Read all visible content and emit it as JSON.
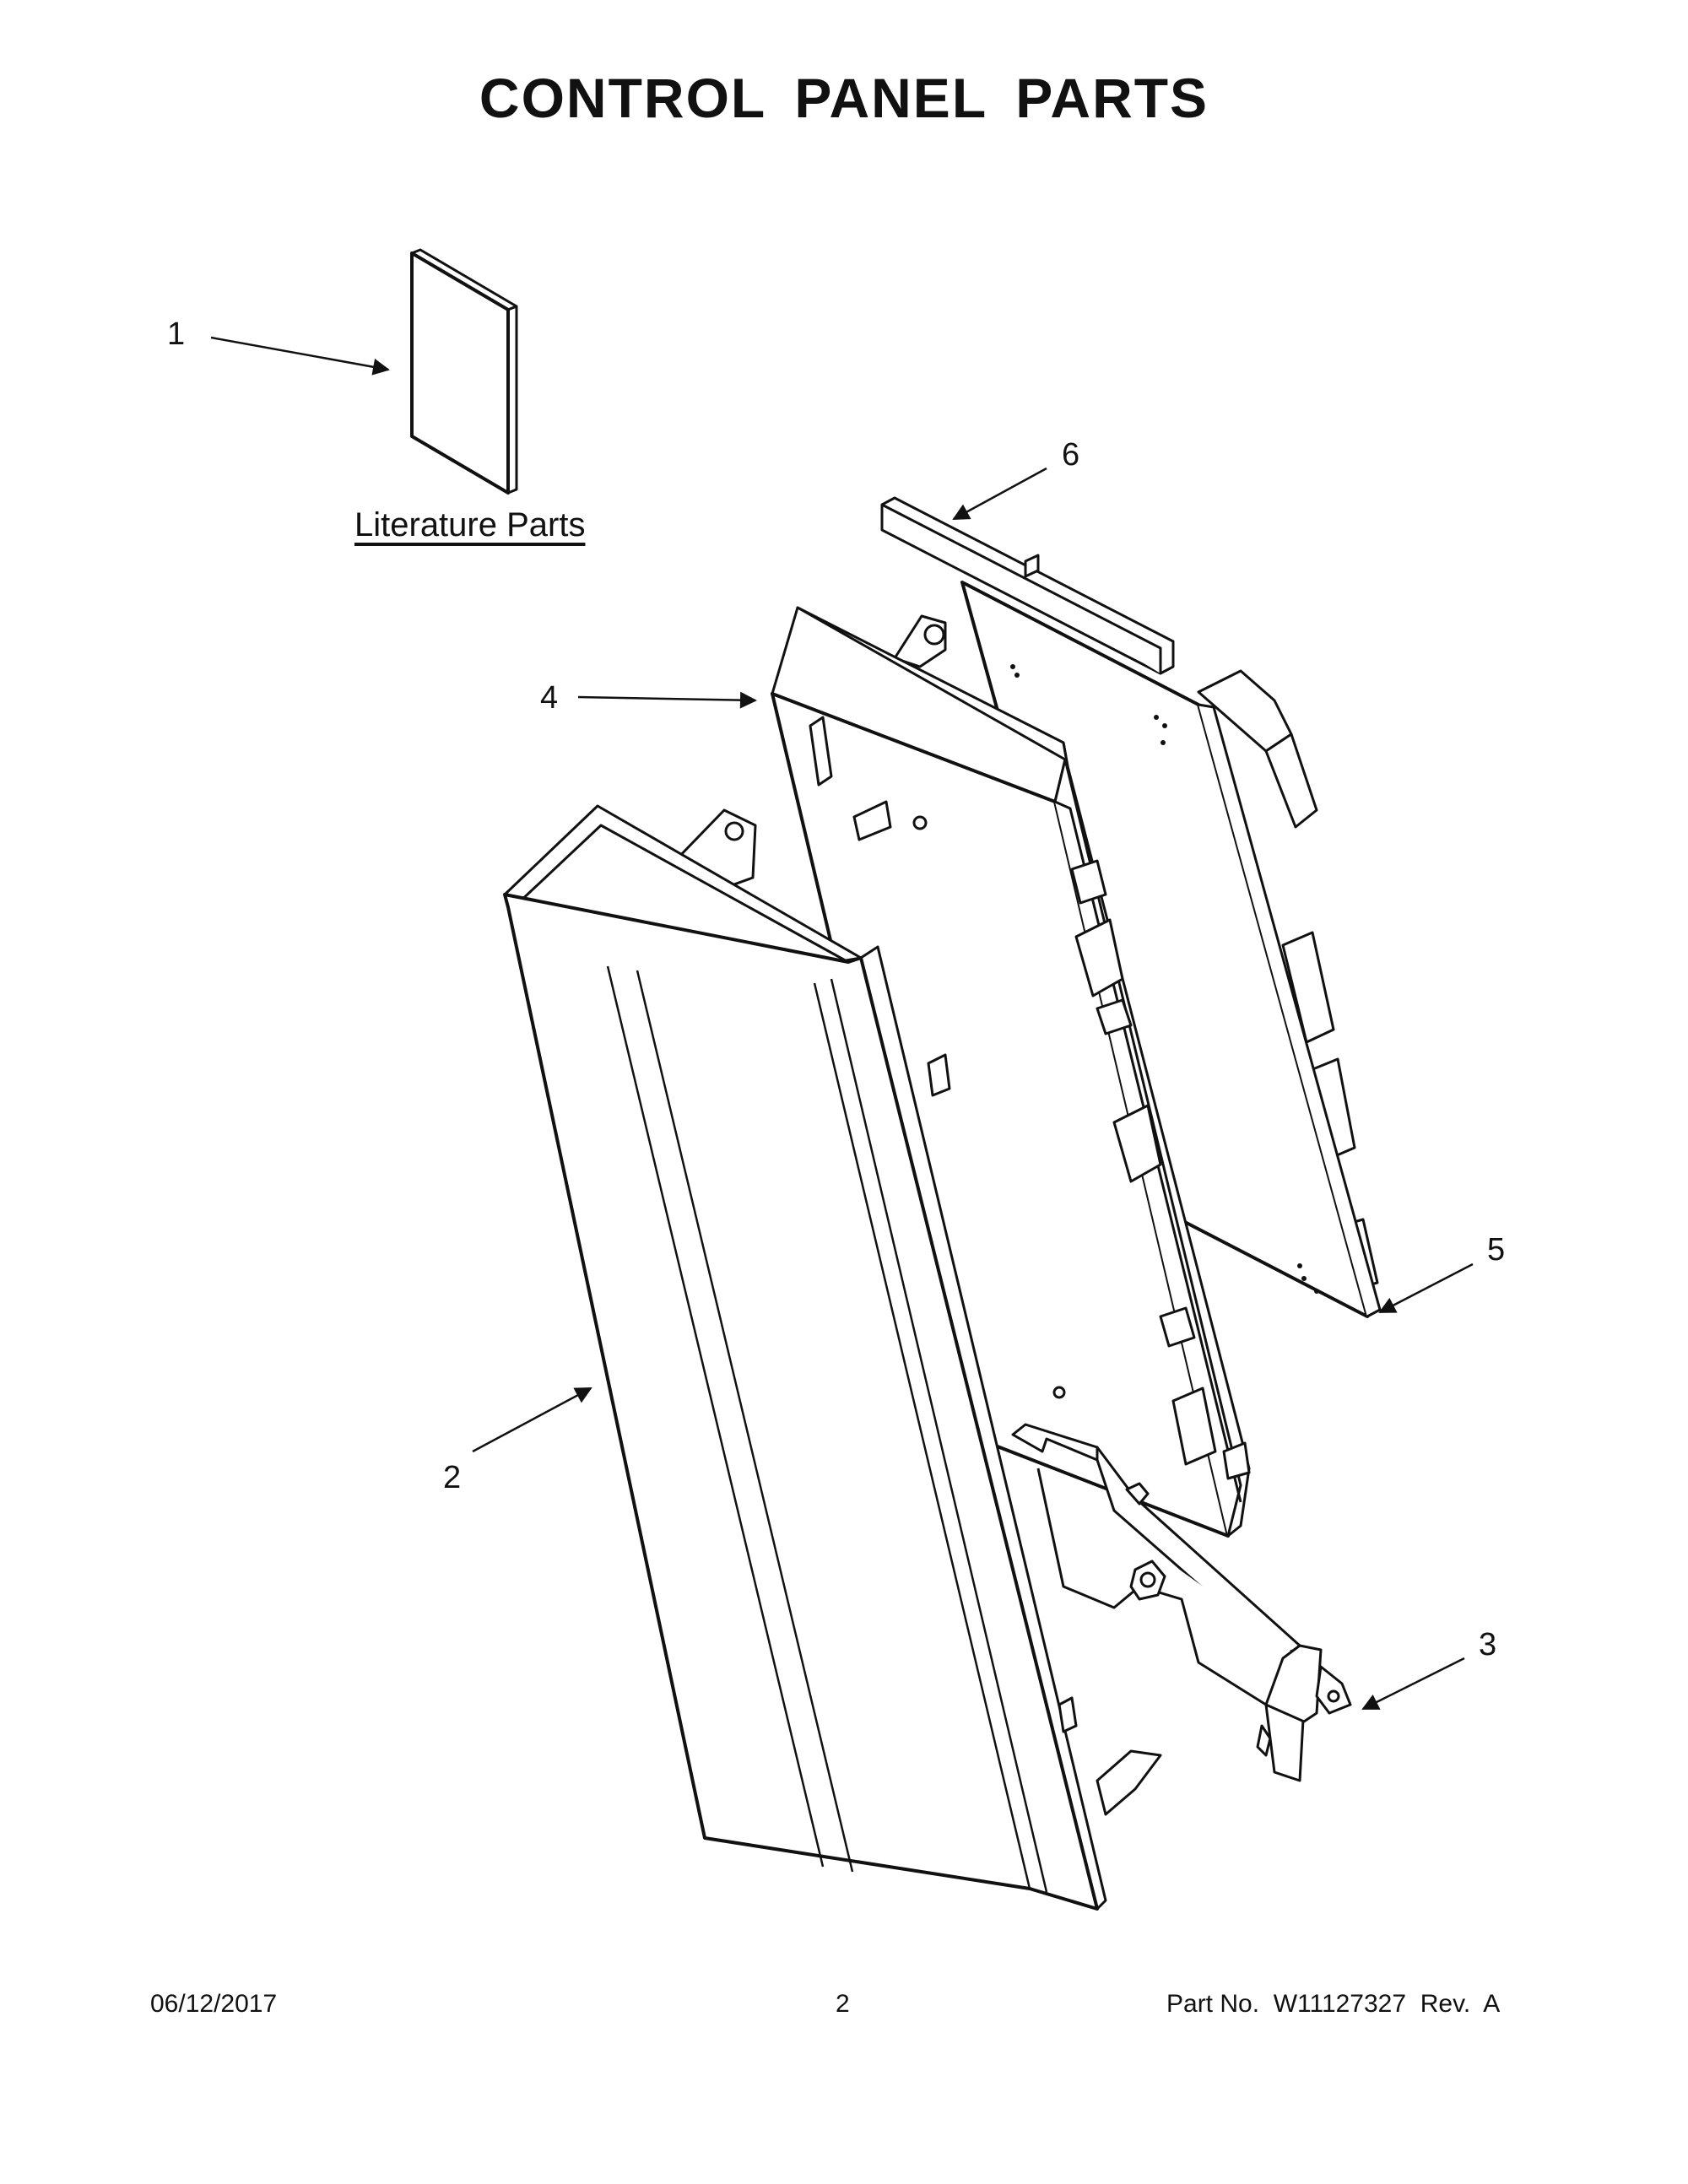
{
  "header": {
    "title": "CONTROL PANEL PARTS"
  },
  "literature": {
    "label": "Literature Parts"
  },
  "callouts": [
    {
      "number": "1",
      "part": "literature-booklet"
    },
    {
      "number": "2",
      "part": "control-panel-housing"
    },
    {
      "number": "3",
      "part": "hinge-bracket"
    },
    {
      "number": "4",
      "part": "mounting-plate"
    },
    {
      "number": "5",
      "part": "control-board"
    },
    {
      "number": "6",
      "part": "board-cover-strip"
    }
  ],
  "footer": {
    "date": "06/12/2017",
    "page": "2",
    "part_no": "Part No.  W11127327  Rev.  A"
  }
}
